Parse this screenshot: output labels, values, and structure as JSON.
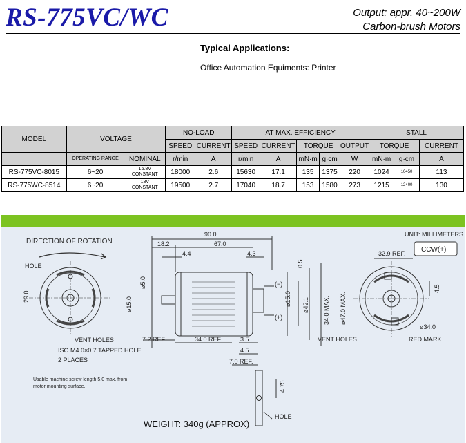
{
  "header": {
    "title": "RS-775VC/WC",
    "output_line": "Output: appr. 40~200W",
    "type_line": "Carbon-brush Motors"
  },
  "applications": {
    "heading": "Typical Applications:",
    "text": "Office Automation Equiments: Printer"
  },
  "table": {
    "h_model": "MODEL",
    "h_voltage": "VOLTAGE",
    "h_noload": "NO-LOAD",
    "h_maxeff": "AT MAX. EFFICIENCY",
    "h_stall": "STALL",
    "h_operating_range": "OPERATING RANGE",
    "h_nominal": "NOMINAL",
    "h_speed": "SPEED",
    "h_current": "CURRENT",
    "h_torque": "TORQUE",
    "h_output": "OUTPUT",
    "u_rmin": "r/min",
    "u_a": "A",
    "u_mnm": "mN·m",
    "u_gcm": "g·cm",
    "u_w": "W",
    "rows": [
      {
        "model": "RS-775VC-8015",
        "range": "6~20",
        "nominal_v": "16.8V",
        "nominal_c": "CONSTANT",
        "nl_speed": "18000",
        "nl_current": "2.6",
        "me_speed": "15630",
        "me_current": "17.1",
        "me_torque_mnm": "135",
        "me_torque_gcm": "1375",
        "me_output": "220",
        "st_torque_mnm": "1024",
        "st_torque_gcm": "10450",
        "st_current": "113"
      },
      {
        "model": "RS-775WC-8514",
        "range": "6~20",
        "nominal_v": "18V",
        "nominal_c": "CONSTANT",
        "nl_speed": "19500",
        "nl_current": "2.7",
        "me_speed": "17040",
        "me_current": "18.7",
        "me_torque_mnm": "153",
        "me_torque_gcm": "1580",
        "me_output": "273",
        "st_torque_mnm": "1215",
        "st_torque_gcm": "12400",
        "st_current": "130"
      }
    ]
  },
  "drawing": {
    "unit": "UNIT: MILLIMETERS",
    "direction": "DIRECTION OF ROTATION",
    "ccw": "CCW(+)",
    "hole": "HOLE",
    "vent_holes": "VENT HOLES",
    "tapped": "ISO M4.0×0.7 TAPPED HOLE",
    "places": "2 PLACES",
    "note1": "Usable machine screw length 5.0 max. from",
    "note2": "motor mounting surface.",
    "red_mark": "RED MARK",
    "weight": "WEIGHT: 340g (APPROX)",
    "d_90": "90.0",
    "d_18_2": "18.2",
    "d_67": "67.0",
    "d_4_4": "4.4",
    "d_4_3": "4.3",
    "d_0_5": "0.5",
    "d_5_0": "ø5.0",
    "d_15_0": "ø15.0",
    "d_29": "29.0",
    "d_15_0b": "ø15.0",
    "d_42_1": "ø42.1",
    "d_34_max": "34.0 MAX.",
    "d_47_max": "ø47.0 MAX.",
    "d_7_2": "7.2 REF.",
    "d_34_ref": "34.0 REF.",
    "d_3_5": "3.5",
    "d_4_5": "4.5",
    "d_7_0": "7.0 REF.",
    "d_4_75": "4.75",
    "d_32_9": "32.9 REF.",
    "d_4_5b": "4.5",
    "d_34_0": "ø34.0",
    "minus": "(−)",
    "plus": "(+)"
  }
}
